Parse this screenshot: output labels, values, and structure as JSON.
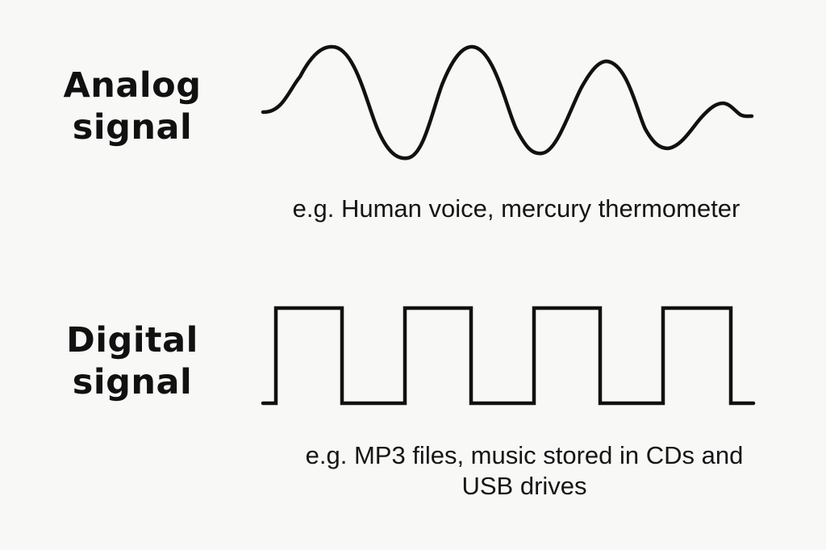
{
  "analog": {
    "label_line1": "Analog",
    "label_line2": "signal",
    "example": "e.g. Human voice, mercury thermometer"
  },
  "digital": {
    "label_line1": "Digital",
    "label_line2": "signal",
    "example_line1": "e.g. MP3 files, music stored in CDs and",
    "example_line2": "USB drives"
  },
  "colors": {
    "background": "#f8f8f7",
    "ink": "#111111"
  }
}
